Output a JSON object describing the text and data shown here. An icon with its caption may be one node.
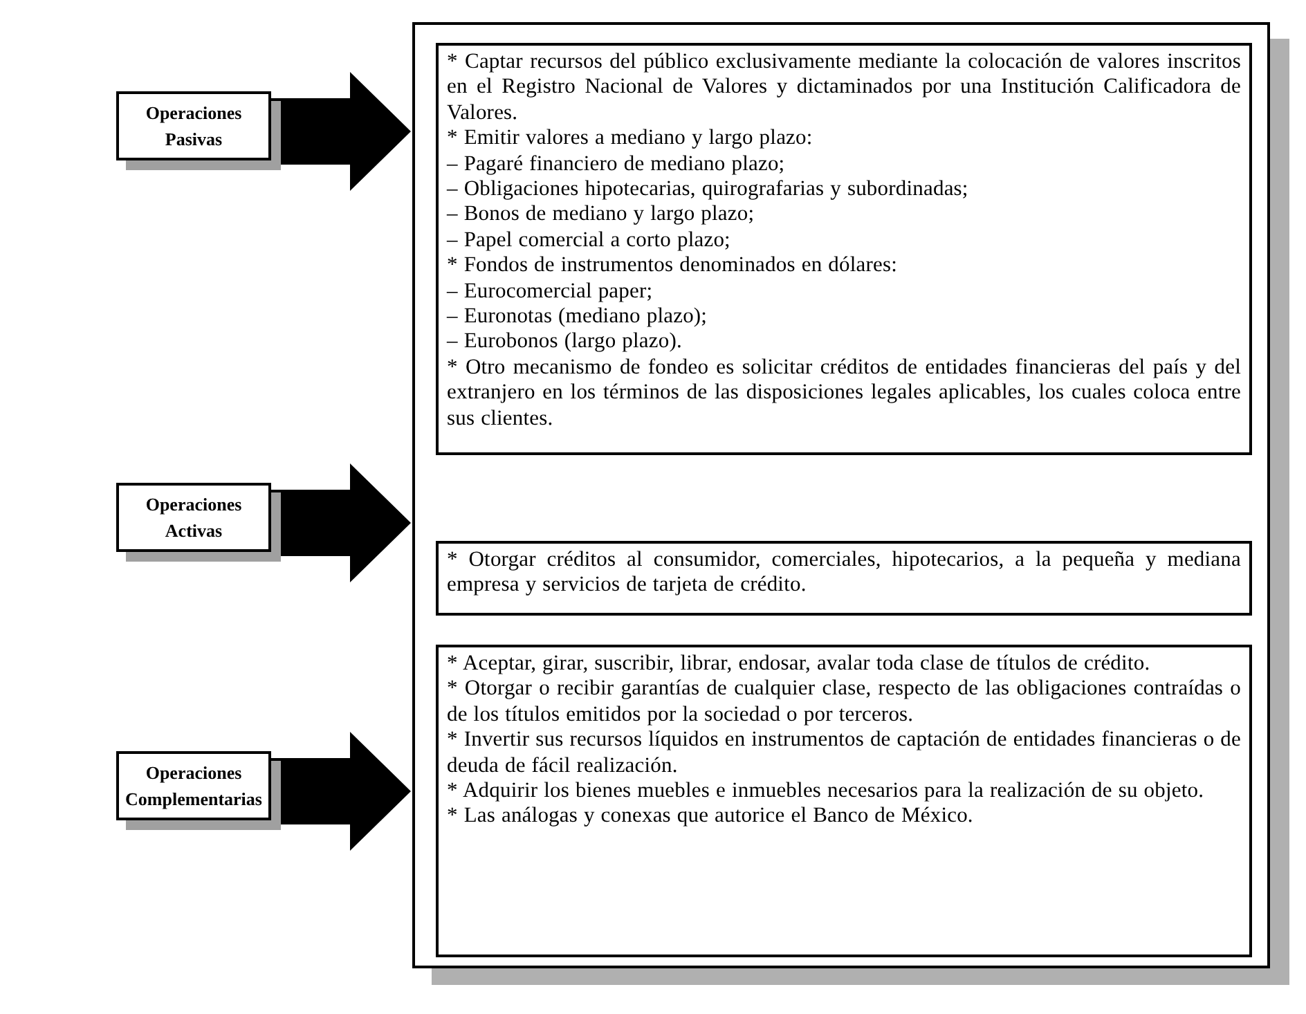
{
  "diagram": {
    "nodes": [
      {
        "text": [
          "Operaciones Pasivas"
        ]
      },
      {
        "text": [
          "Operaciones Activas"
        ]
      },
      {
        "text": [
          "Operaciones Complementarias"
        ]
      },
      {
        "text": [],
        "shape": "box"
      },
      {
        "text": [
          "* Captar recursos del público exclusivamente mediante la colocación de valores inscritos en el Registro Nacional de Valores y dictaminados por una Institución Calificadora de Valores.",
          "* Emitir valores a mediano y largo plazo:",
          "– Pagaré financiero de mediano plazo;",
          "– Obligaciones hipotecarias, quirografarias y subordinadas;",
          "– Bonos de mediano y largo plazo;",
          "– Papel comercial a corto plazo;",
          "* Fondos de instrumentos denominados en dólares:",
          "– Eurocomercial paper;",
          "– Euronotas (mediano plazo);",
          "– Eurobonos (largo plazo).",
          "* Otro mecanismo de fondeo es solicitar créditos de entidades financieras del país y del extranjero en los términos de las disposiciones legales aplicables, los cuales coloca entre sus clientes."
        ],
        "in": 3
      },
      {
        "text": [
          "* Otorgar créditos al consumidor, comerciales, hipotecarios, a la pequeña y mediana empresa y servicios de tarjeta de crédito."
        ],
        "in": 3
      },
      {
        "text": [
          "* Aceptar, girar, suscribir, librar, endosar, avalar toda clase de títulos de crédito.",
          "* Otorgar o recibir garantías de cualquier clase, respecto de las obligaciones contraídas o de los títulos emitidos por la sociedad o por terceros.",
          "* Invertir sus recursos líquidos en instrumentos de captación de entidades financieras o de deuda de fácil realización.",
          "* Adquirir los bienes muebles e inmuebles necesarios para la realización de su objeto.",
          "* Las análogas y conexas que autorice el Banco de México."
        ],
        "in": 3
      }
    ],
    "edges": [
      {
        "from": 0,
        "to": 4,
        "arrow": "to",
        "style": "thick"
      },
      {
        "from": 1,
        "to": 5,
        "arrow": "to",
        "style": "thick"
      },
      {
        "from": 2,
        "to": 6,
        "arrow": "to",
        "style": "thick"
      }
    ]
  }
}
